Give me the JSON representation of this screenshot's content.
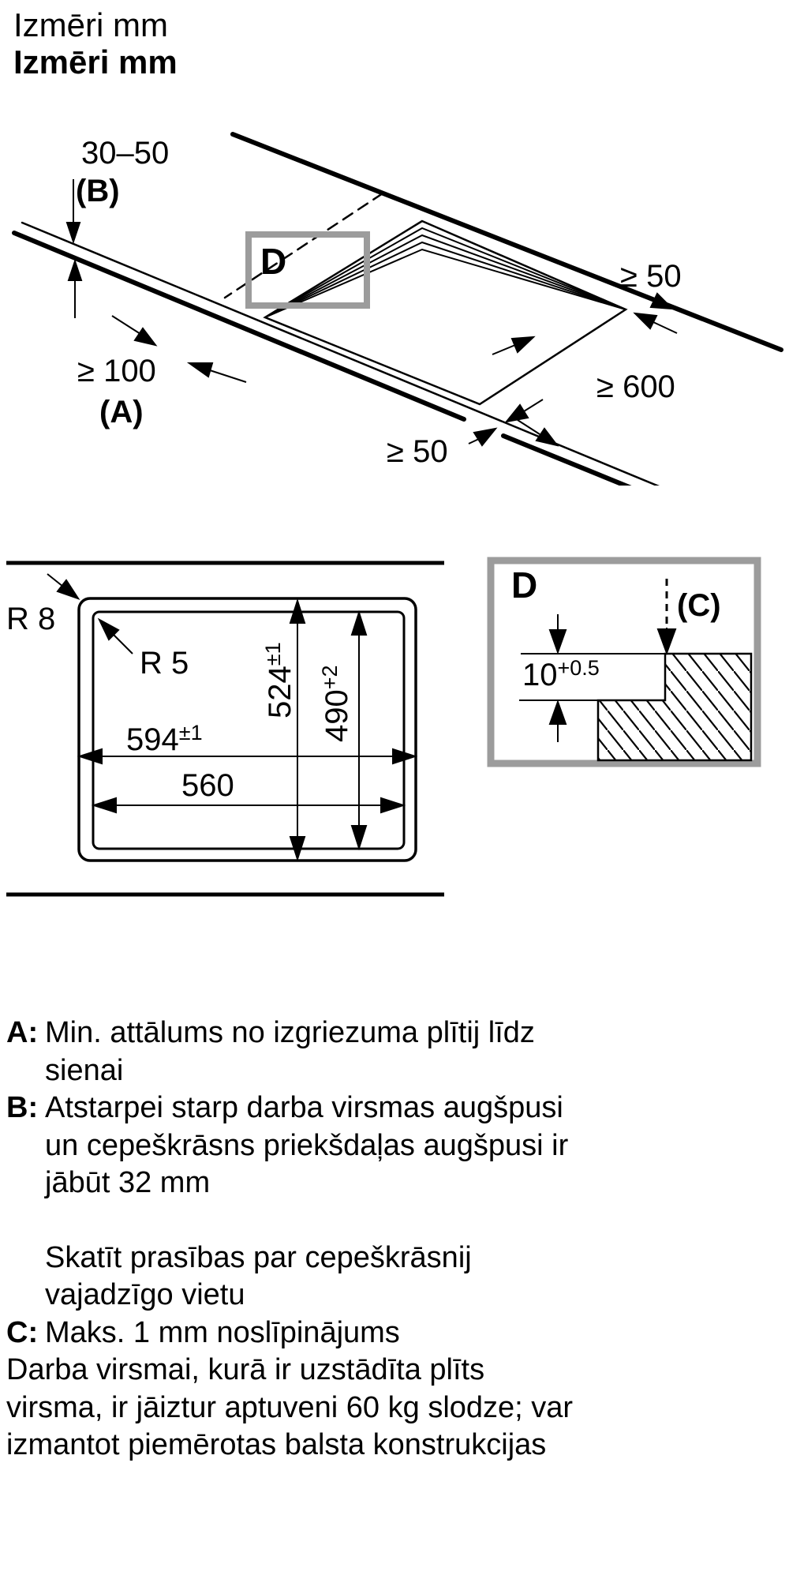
{
  "title": {
    "line1": "Izmēri mm",
    "line2": "Izmēri mm"
  },
  "perspective": {
    "detail_ref": "D",
    "thickness": "30–50",
    "thickness_key": "(B)",
    "wall_distance": "≥ 100",
    "wall_distance_key": "(A)",
    "right_clearance": "≥ 50",
    "front_clearance": "≥ 50",
    "depth_clearance": "≥ 600"
  },
  "cutout": {
    "outer_radius": "R 8",
    "inner_radius": "R 5",
    "appliance_width": "594",
    "appliance_width_tol": "±1",
    "cutout_width": "560",
    "appliance_depth": "524",
    "appliance_depth_tol": "±1",
    "cutout_depth": "490",
    "cutout_depth_tol": "+2"
  },
  "detail": {
    "label": "D",
    "chamfer_ref": "(C)",
    "recess_depth": "10",
    "recess_depth_tol": "+0.5"
  },
  "notes": {
    "a": {
      "label": "A:",
      "lines": [
        "Min. attālums no izgriezuma plītij līdz",
        "sienai"
      ]
    },
    "b": {
      "label": "B:",
      "lines": [
        "Atstarpei starp darba virsmas augšpusi",
        "un cepeškrāsns priekšdaļas augšpusi ir",
        "jābūt 32 mm"
      ]
    },
    "see": {
      "lines": [
        "Skatīt prasības par cepeškrāsnij",
        "vajadzīgo vietu"
      ]
    },
    "c": {
      "label": "C:",
      "lines": [
        "Maks. 1 mm noslīpinājums"
      ]
    },
    "load": {
      "lines": [
        "Darba virsmai, kurā ir uzstādīta plīts",
        "virsma, ir jāiztur aptuveni 60 kg slodze; var",
        "izmantot piemērotas balsta konstrukcijas"
      ]
    }
  },
  "colors": {
    "ink": "#000000",
    "frame_gray": "#9c9c9c",
    "background": "#ffffff"
  }
}
